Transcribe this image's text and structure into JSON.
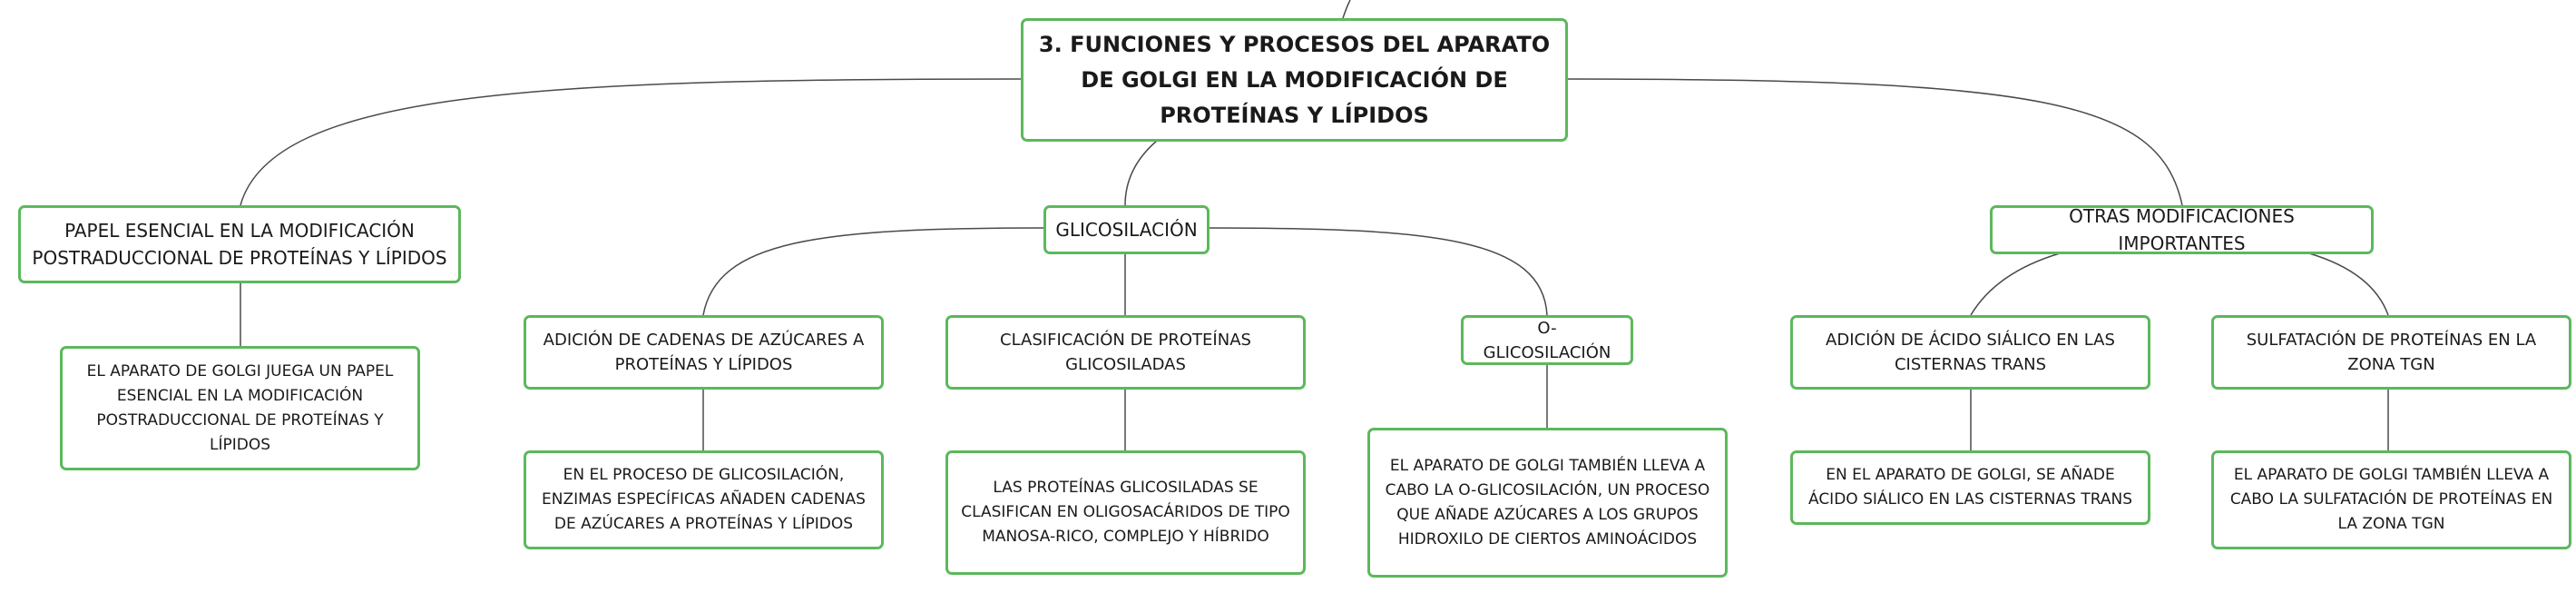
{
  "root": {
    "label": "3. FUNCIONES Y PROCESOS DEL APARATO DE GOLGI EN LA MODIFICACIÓN DE PROTEÍNAS Y LÍPIDOS"
  },
  "branches": [
    {
      "label": "PAPEL ESENCIAL EN LA MODIFICACIÓN POSTRADUCCIONAL DE PROTEÍNAS Y LÍPIDOS",
      "detail": "EL APARATO DE GOLGI JUEGA UN PAPEL ESENCIAL EN LA MODIFICACIÓN POSTRADUCCIONAL DE PROTEÍNAS Y LÍPIDOS"
    },
    {
      "label": "GLICOSILACIÓN",
      "children": [
        {
          "label": "ADICIÓN DE CADENAS DE AZÚCARES A PROTEÍNAS Y LÍPIDOS",
          "detail": "EN EL PROCESO DE GLICOSILACIÓN, ENZIMAS ESPECÍFICAS AÑADEN CADENAS DE AZÚCARES A PROTEÍNAS Y LÍPIDOS"
        },
        {
          "label": "CLASIFICACIÓN DE PROTEÍNAS GLICOSILADAS",
          "detail": "LAS PROTEÍNAS GLICOSILADAS SE CLASIFICAN EN OLIGOSACÁRIDOS DE TIPO MANOSA-RICO, COMPLEJO Y HÍBRIDO"
        },
        {
          "label": "O-GLICOSILACIÓN",
          "detail": "EL APARATO DE GOLGI TAMBIÉN LLEVA A CABO LA O-GLICOSILACIÓN, UN PROCESO QUE AÑADE AZÚCARES A LOS GRUPOS HIDROXILO DE CIERTOS AMINOÁCIDOS"
        }
      ]
    },
    {
      "label": "OTRAS MODIFICACIONES IMPORTANTES",
      "children": [
        {
          "label": "ADICIÓN DE ÁCIDO SIÁLICO EN LAS CISTERNAS TRANS",
          "detail": "EN EL APARATO DE GOLGI, SE AÑADE ÁCIDO SIÁLICO EN LAS CISTERNAS TRANS"
        },
        {
          "label": "SULFATACIÓN DE PROTEÍNAS EN LA ZONA TGN",
          "detail": "EL APARATO DE GOLGI TAMBIÉN LLEVA A CABO LA SULFATACIÓN DE PROTEÍNAS EN LA ZONA TGN"
        }
      ]
    }
  ],
  "colors": {
    "node_border": "#5cb85c",
    "connector": "#4a4a4a",
    "background": "#ffffff"
  }
}
